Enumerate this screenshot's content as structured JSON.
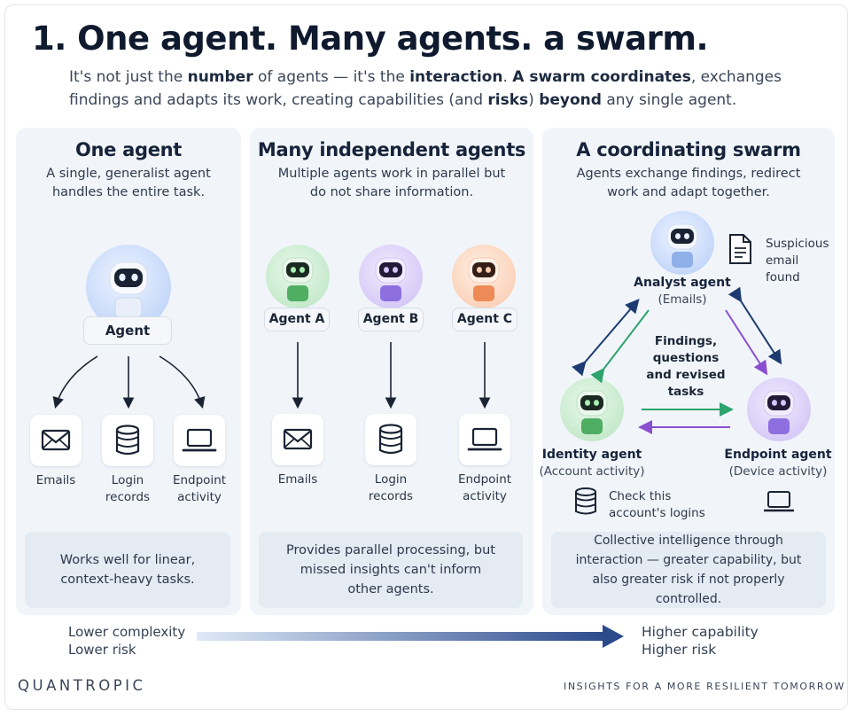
{
  "header": {
    "title": "1. One agent. Many agents. a swarm.",
    "subtitle_parts": [
      {
        "text": "It's not just the ",
        "bold": false
      },
      {
        "text": "number",
        "bold": true
      },
      {
        "text": " of agents — it's the ",
        "bold": false
      },
      {
        "text": "interaction",
        "bold": true
      },
      {
        "text": ". ",
        "bold": false
      },
      {
        "text": "A swarm coordinates",
        "bold": true
      },
      {
        "text": ", exchanges findings and adapts its work, creating capabilities (and ",
        "bold": false
      },
      {
        "text": "risks",
        "bold": true
      },
      {
        "text": ") ",
        "bold": false
      },
      {
        "text": "beyond",
        "bold": true
      },
      {
        "text": " any single agent.",
        "bold": false
      }
    ]
  },
  "panel1": {
    "title": "One agent",
    "description": "A single, generalist agent handles the entire task.",
    "agent_label": "Agent",
    "tiles": [
      {
        "icon": "mail-icon",
        "label": "Emails"
      },
      {
        "icon": "database-icon",
        "label": "Login records"
      },
      {
        "icon": "laptop-icon",
        "label": "Endpoint activity"
      }
    ],
    "note": "Works well for linear, context-heavy tasks."
  },
  "panel2": {
    "title": "Many independent agents",
    "description": "Multiple agents work in parallel but do not share information.",
    "agents": [
      {
        "label": "Agent A",
        "color": "#6cc07a"
      },
      {
        "label": "Agent B",
        "color": "#9a7fe0"
      },
      {
        "label": "Agent C",
        "color": "#ef8f5c"
      }
    ],
    "tiles": [
      {
        "icon": "mail-icon",
        "label": "Emails"
      },
      {
        "icon": "database-icon",
        "label": "Login records"
      },
      {
        "icon": "laptop-icon",
        "label": "Endpoint activity"
      }
    ],
    "note": "Provides parallel processing, but missed insights can't inform other agents."
  },
  "panel3": {
    "title": "A coordinating swarm",
    "description": "Agents exchange findings, redirect work and adapt together.",
    "analyst": {
      "name": "Analyst agent",
      "sub": "(Emails)"
    },
    "identity": {
      "name": "Identity agent",
      "sub": "(Account activity)"
    },
    "endpoint": {
      "name": "Endpoint agent",
      "sub": "(Device activity)"
    },
    "center_text": "Findings, questions and revised tasks",
    "suspicious": "Suspicious email found",
    "check": "Check this account's logins",
    "note": "Collective intelligence through interaction — greater capability, but also greater risk if not properly controlled."
  },
  "bottom": {
    "left_line1": "Lower complexity",
    "left_line2": "Lower risk",
    "right_line1": "Higher capability",
    "right_line2": "Higher risk"
  },
  "footer": {
    "brand": "QUANTROPIC",
    "tagline": "INSIGHTS FOR A MORE RESILIENT TOMORROW"
  },
  "colors": {
    "navy": "#1d3b70",
    "green_arrow": "#2ea36b",
    "purple_arrow": "#8a4fd0",
    "panel_bg": "#f1f5fa",
    "note_bg": "#e4ebf3"
  }
}
